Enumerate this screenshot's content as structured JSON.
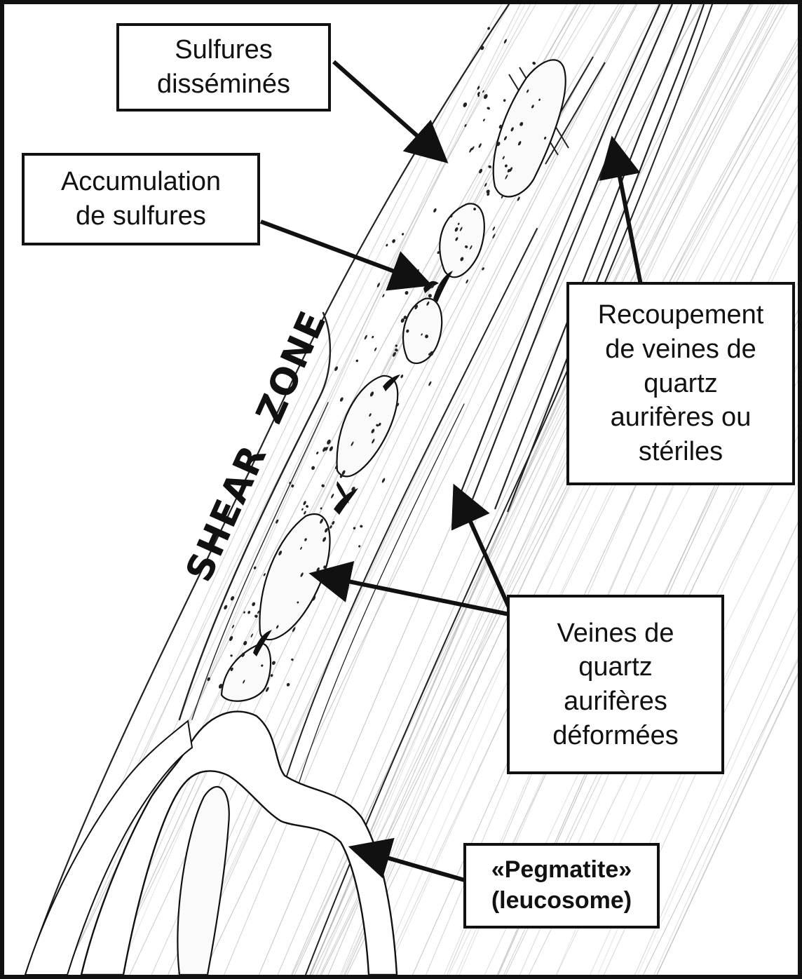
{
  "labels": {
    "sulfures_dissemines": [
      "Sulfures",
      "disséminés"
    ],
    "accumulation_sulfures": [
      "Accumulation",
      "de sulfures"
    ],
    "recoupement_veines": [
      "Recoupement",
      "de veines de",
      "quartz",
      "aurifères ou",
      "stériles"
    ],
    "veines_deformees": [
      "Veines de",
      "quartz",
      "aurifères",
      "déformées"
    ],
    "pegmatite": [
      "«Pegmatite»",
      "(leucosome)"
    ]
  },
  "shear_zone_label": "SHEAR  ZONE",
  "colors": {
    "ink": "#111111",
    "background": "#ffffff",
    "vein_fill": "#fafafa"
  }
}
